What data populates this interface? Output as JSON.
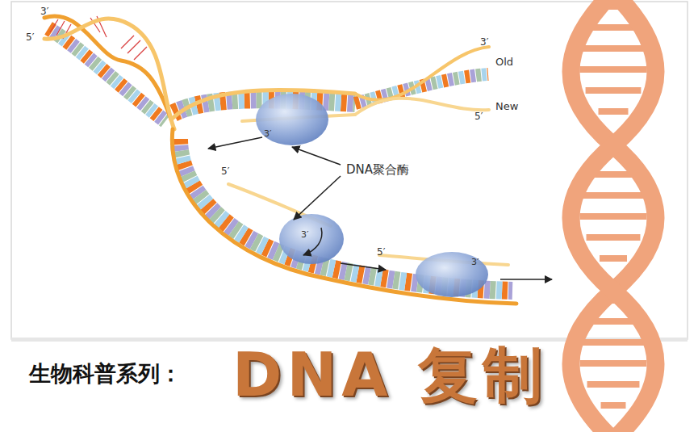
{
  "diagram": {
    "title": "DNA 复制",
    "labels": [
      "3′",
      "5′",
      "3′",
      "Old",
      "New",
      "5′",
      "3′",
      "DNA聚合酶",
      "5′",
      "3′",
      "5′",
      "3′",
      "生物科普系列："
    ]
  }
}
